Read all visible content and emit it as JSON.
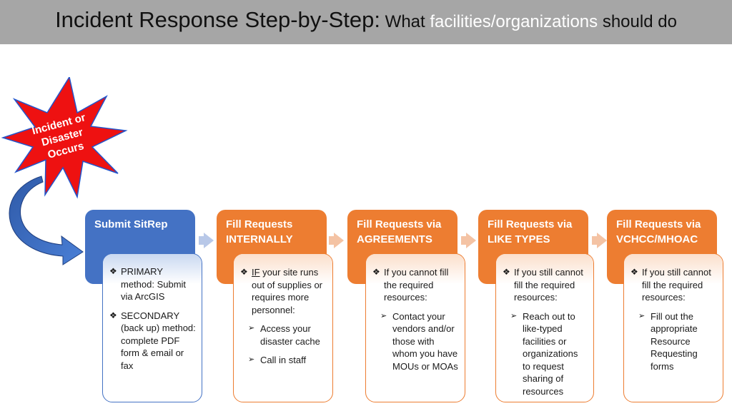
{
  "header": {
    "title_main": "Incident Response",
    "title_step": " Step-by-Step:",
    "title_what": " What ",
    "title_highlight": "facilities/organizations",
    "title_end": " should do"
  },
  "starburst": {
    "line1": "Incident or",
    "line2": "Disaster",
    "line3": "Occurs"
  },
  "steps": [
    {
      "title_line1": "Submit SitRep",
      "title_line2": "",
      "items": [
        {
          "text": "PRIMARY method: Submit via ArcGIS"
        },
        {
          "text": "SECONDARY (back up) method: complete PDF form & email or fax"
        }
      ]
    },
    {
      "title_line1": "Fill Requests",
      "title_line2": "INTERNALLY",
      "lead_underlined": "IF",
      "lead": " your site runs out of supplies or requires more personnel:",
      "subitems": [
        "Access your disaster cache",
        "Call in staff"
      ]
    },
    {
      "title_line1": "Fill Requests via",
      "title_line2": "AGREEMENTS",
      "lead": "If you cannot fill the required resources:",
      "subitems": [
        "Contact your vendors and/or those with whom you have MOUs or MOAs"
      ]
    },
    {
      "title_line1": "Fill Requests via",
      "title_line2": "LIKE TYPES",
      "lead": "If you still cannot fill the required resources:",
      "subitems": [
        "Reach out to like-typed facilities or organizations to request sharing of resources"
      ]
    },
    {
      "title_line1": "Fill Requests via",
      "title_line2": "VCHCC/MHOAC",
      "lead": "If you still cannot fill the required resources:",
      "subitems": [
        "Fill out the appropriate Resource Requesting forms"
      ]
    }
  ],
  "colors": {
    "blue": "#4472c4",
    "orange": "#ed7d31",
    "banner": "#a6a6a6",
    "starburst": "#ee1111"
  }
}
